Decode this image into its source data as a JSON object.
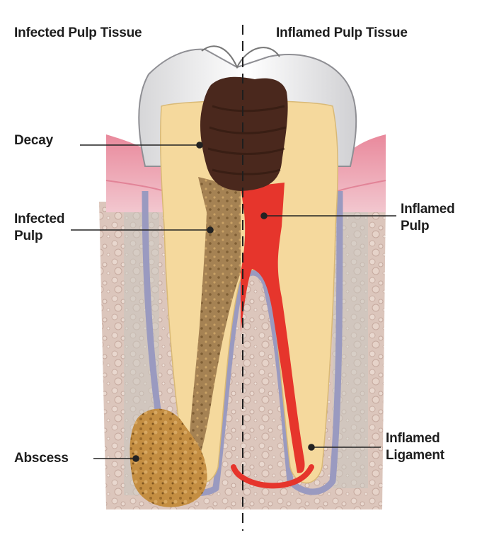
{
  "header": {
    "left_title": "Infected Pulp Tissue",
    "right_title": "Inflamed Pulp Tissue"
  },
  "labels": {
    "decay": "Decay",
    "infected_pulp": [
      "Infected",
      "Pulp"
    ],
    "inflamed_pulp": [
      "Inflamed",
      "Pulp"
    ],
    "abscess": "Abscess",
    "inflamed_ligament": [
      "Inflamed",
      "Ligament"
    ]
  },
  "colors": {
    "background": "#ffffff",
    "enamel": "#e9e9ea",
    "dentin": "#f6dca0",
    "decay": "#4b2a1e",
    "infected_pulp": "#9b7a4c",
    "inflamed_pulp": "#e8312a",
    "gum": "#e7a3b0",
    "bone": "#dcc8be",
    "ligament": "#a3a3c0",
    "abscess": "#c08a3e",
    "leader_line": "#222222"
  }
}
